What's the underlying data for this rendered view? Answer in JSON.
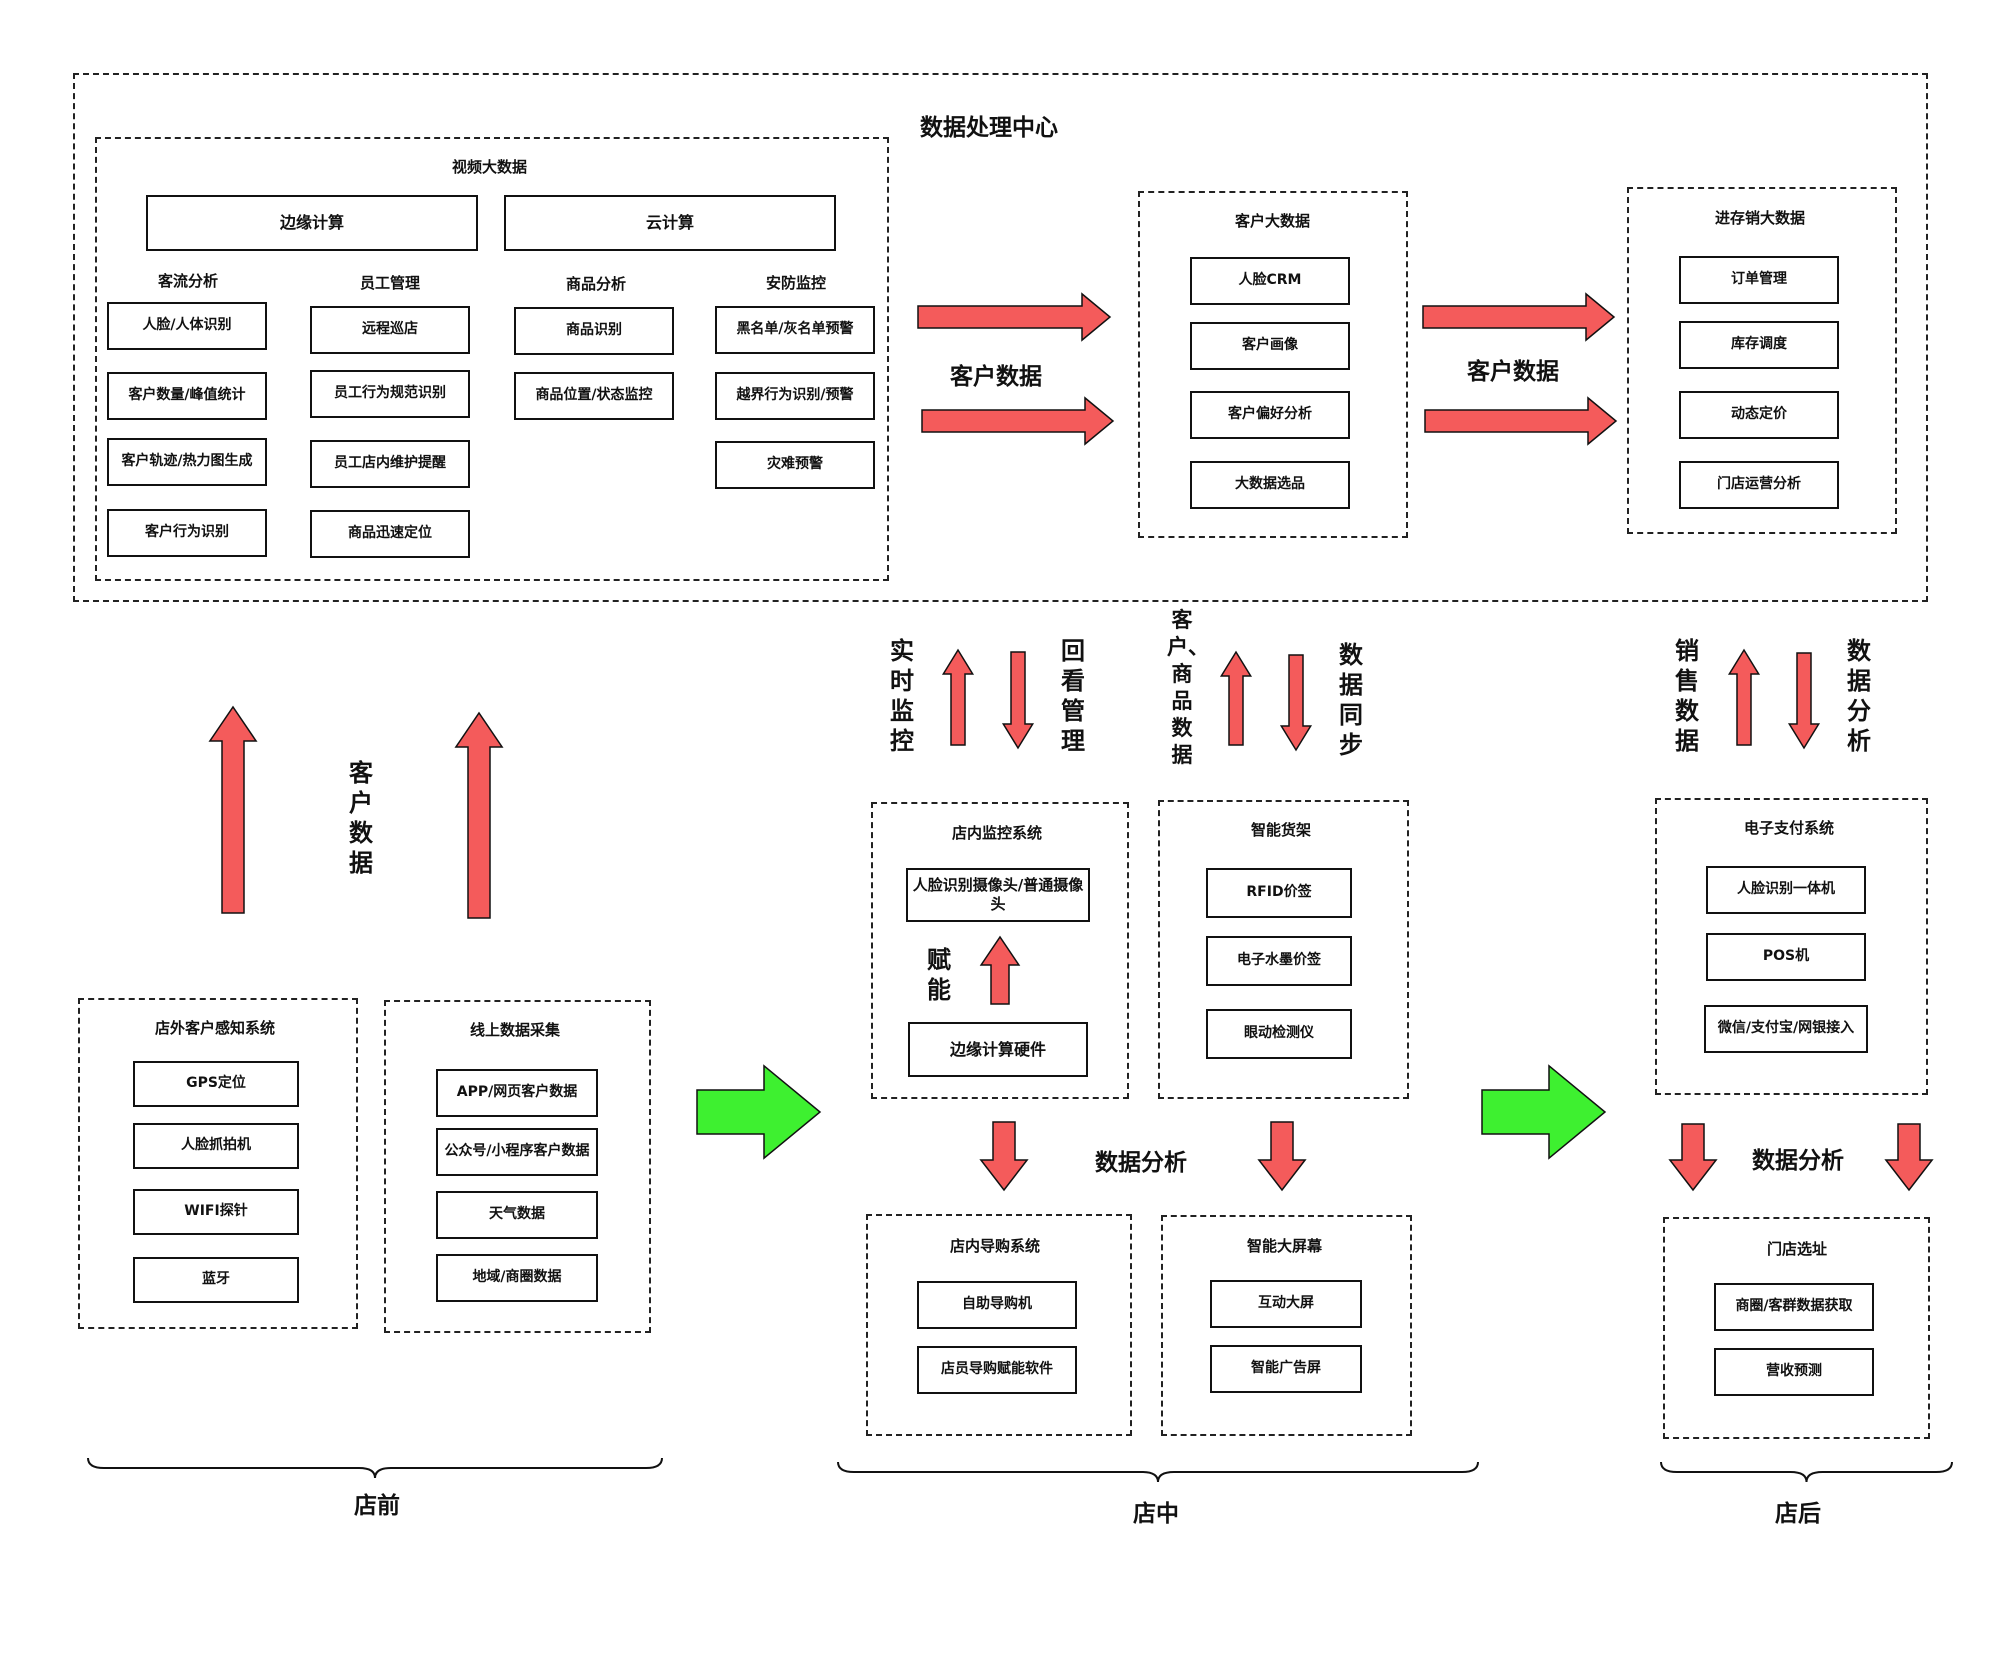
{
  "center": {
    "title": "数据处理中心",
    "video": {
      "title": "视频大数据",
      "edge": "边缘计算",
      "cloud": "云计算",
      "columns": [
        {
          "title": "客流分析",
          "items": [
            "人脸/人体识别",
            "客户数量/峰值统计",
            "客户轨迹/热力图生成",
            "客户行为识别"
          ]
        },
        {
          "title": "员工管理",
          "items": [
            "远程巡店",
            "员工行为规范识别",
            "员工店内维护提醒",
            "商品迅速定位"
          ]
        },
        {
          "title": "商品分析",
          "items": [
            "商品识别",
            "商品位置/状态监控"
          ]
        },
        {
          "title": "安防监控",
          "items": [
            "黑名单/灰名单预警",
            "越界行为识别/预警",
            "灾难预警"
          ]
        }
      ]
    },
    "flow_label_1": "客户数据",
    "customer_big_data": {
      "title": "客户大数据",
      "items": [
        "人脸CRM",
        "客户画像",
        "客户偏好分析",
        "大数据选品"
      ]
    },
    "flow_label_2": "客户数据",
    "inventory_big_data": {
      "title": "进存销大数据",
      "items": [
        "订单管理",
        "库存调度",
        "动态定价",
        "门店运营分析"
      ]
    }
  },
  "arrows": {
    "customer_data_v": "客户数据",
    "realtime": "实时监控",
    "playback": "回看管理",
    "customer_goods": "客户、商品数据",
    "data_sync": "数据同步",
    "sales_data": "销售数据",
    "data_analysis_v": "数据分析",
    "empower": "赋能",
    "analysis_1": "数据分析",
    "analysis_2": "数据分析"
  },
  "pre_store": {
    "outside": {
      "title": "店外客户感知系统",
      "items": [
        "GPS定位",
        "人脸抓拍机",
        "WIFI探针",
        "蓝牙"
      ]
    },
    "online": {
      "title": "线上数据采集",
      "items": [
        "APP/网页客户数据",
        "公众号/小程序客户数据",
        "天气数据",
        "地域/商圈数据"
      ]
    },
    "label": "店前"
  },
  "in_store": {
    "monitor": {
      "title": "店内监控系统",
      "camera": "人脸识别摄像头/普通摄像头",
      "hardware": "边缘计算硬件"
    },
    "shelf": {
      "title": "智能货架",
      "items": [
        "RFID价签",
        "电子水墨价签",
        "眼动检测仪"
      ]
    },
    "guide": {
      "title": "店内导购系统",
      "items": [
        "自助导购机",
        "店员导购赋能软件"
      ]
    },
    "screen": {
      "title": "智能大屏幕",
      "items": [
        "互动大屏",
        "智能广告屏"
      ]
    },
    "label": "店中"
  },
  "post_store": {
    "payment": {
      "title": "电子支付系统",
      "items": [
        "人脸识别一体机",
        "POS机",
        "微信/支付宝/网银接入"
      ]
    },
    "site": {
      "title": "门店选址",
      "items": [
        "商圈/客群数据获取",
        "营收预测"
      ]
    },
    "label": "店后"
  },
  "colors": {
    "red_arrow": "#f45b5b",
    "green_arrow": "#3ef030",
    "stroke": "#111111"
  }
}
